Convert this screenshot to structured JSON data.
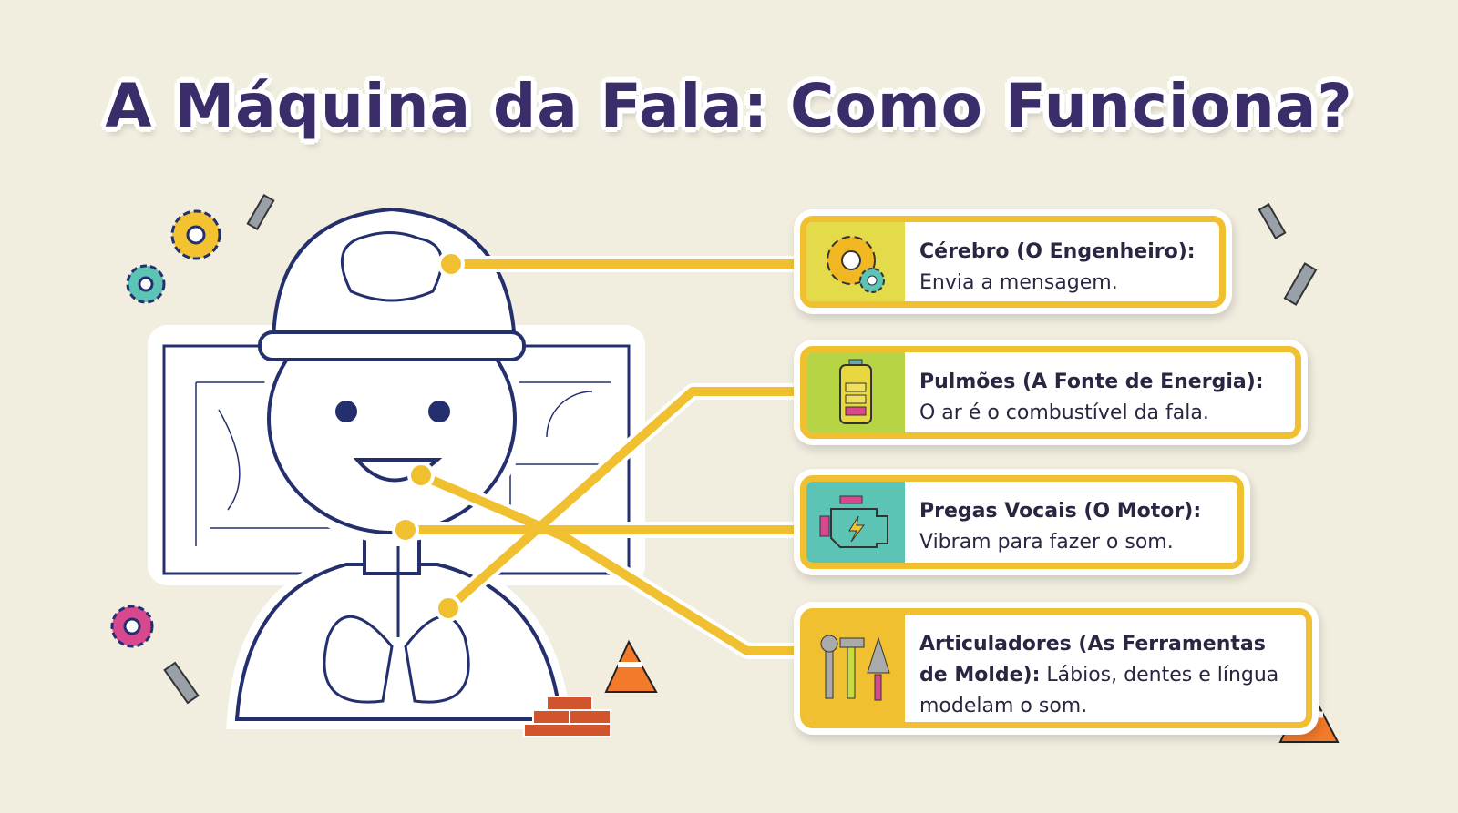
{
  "title": "A Máquina da Fala: Como Funciona?",
  "cards": [
    {
      "heading": "Cérebro (O Engenheiro):",
      "text": "Envia a mensagem.",
      "icon": "gears-icon",
      "color": "#e3db4a"
    },
    {
      "heading": "Pulmões (A Fonte de Energia):",
      "text": "O ar é o combustível da fala.",
      "icon": "battery-icon",
      "color": "#b6d443"
    },
    {
      "heading": "Pregas Vocais (O Motor):",
      "text": "Vibram para fazer o som.",
      "icon": "engine-icon",
      "color": "#5cc4b4"
    },
    {
      "heading": "Articuladores (As Ferramentas de Molde):",
      "text": "Lábios, dentes e língua modelam o som.",
      "icon": "tools-icon",
      "color": "#f0c030"
    }
  ],
  "colors": {
    "accent": "#f0c030",
    "title": "#3a2d6a",
    "outline": "#24306e",
    "background": "#f1eddf"
  }
}
